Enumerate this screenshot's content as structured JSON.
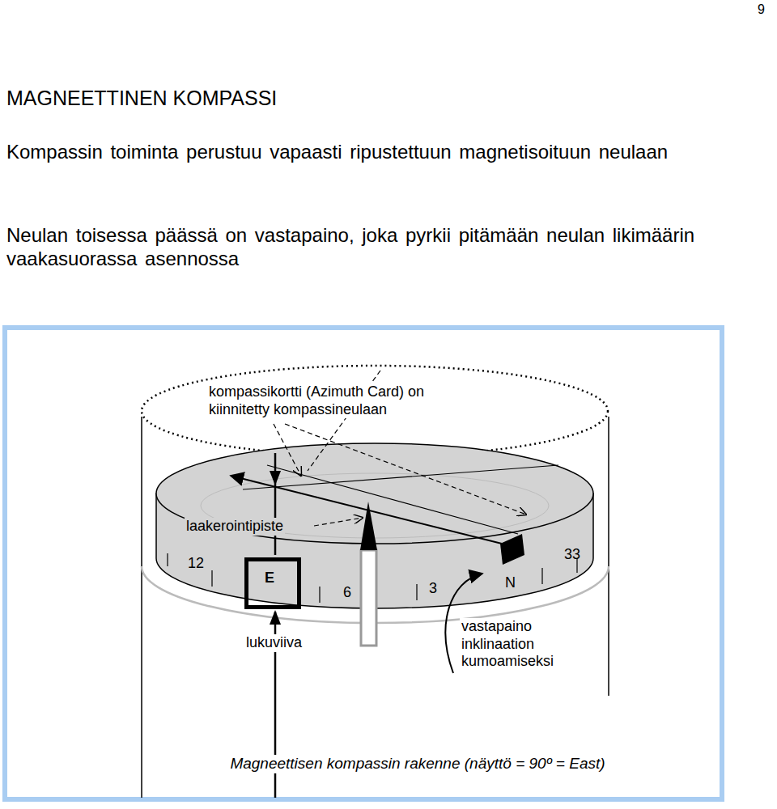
{
  "diagram": {
    "title": "MAGNEETTINEN KOMPASSI",
    "caption": "Magneettisen kompassin rakenne (näyttö = 90º = East)",
    "nodes": [
      {
        "text": [
          "E"
        ]
      }
    ],
    "labels": [
      "9",
      "Kompassin toiminta perustuu vapaasti ripustettuun magnetisoituun neulaan",
      "Neulan toisessa päässä on vastapaino, joka pyrkii pitämään neulan likimäärin vaakasuorassa asennossa",
      "kompassikortti (Azimuth Card) on kiinnitetty kompassineulaan",
      "laakerointipiste",
      "12",
      "6",
      "3",
      "N",
      "33",
      "lukuviiva",
      "vastapaino inklinaation kumoamiseksi"
    ]
  }
}
